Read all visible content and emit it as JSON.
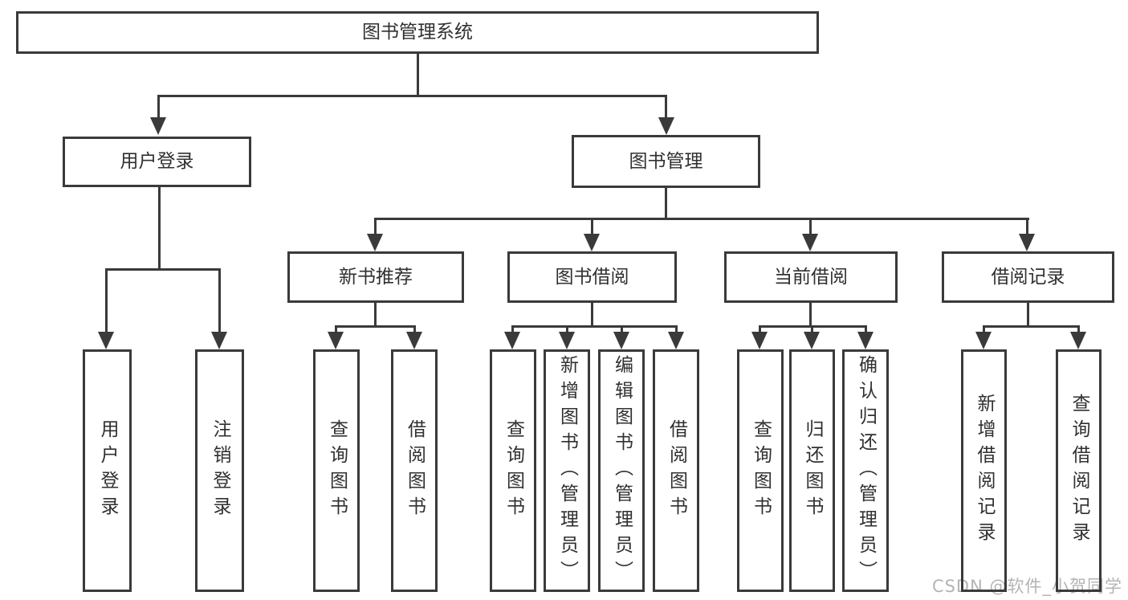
{
  "diagram": {
    "root": "图书管理系统",
    "level2": [
      "用户登录",
      "图书管理"
    ],
    "level3": [
      "新书推荐",
      "图书借阅",
      "当前借阅",
      "借阅记录"
    ],
    "leaves": {
      "login": [
        "用户登录",
        "注销登录"
      ],
      "new_books": [
        "查询图书",
        "借阅图书"
      ],
      "borrow": [
        "查询图书",
        "新增图书（管理员）",
        "编辑图书（管理员）",
        "借阅图书"
      ],
      "current": [
        "查询图书",
        "归还图书",
        "确认归还（管理员）"
      ],
      "records": [
        "新增借阅记录",
        "查询借阅记录"
      ]
    },
    "colors": {
      "line": "#3a3a3c",
      "text": "#303033",
      "watermark": "#b4b4b4",
      "background": "#ffffff"
    }
  },
  "watermark": "CSDN @软件_小贺同学"
}
